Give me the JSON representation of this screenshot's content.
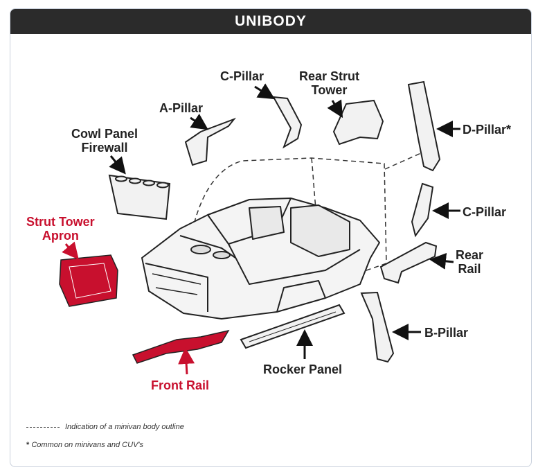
{
  "title": "UNIBODY",
  "labels": {
    "c_pillar_top": "C-Pillar",
    "rear_strut_tower": [
      "Rear Strut",
      "Tower"
    ],
    "a_pillar": "A-Pillar",
    "cowl_panel": [
      "Cowl Panel",
      "Firewall"
    ],
    "d_pillar": "D-Pillar*",
    "c_pillar_right": "C-Pillar",
    "strut_tower_apron": [
      "Strut Tower",
      "Apron"
    ],
    "rear_rail": [
      "Rear",
      "Rail"
    ],
    "b_pillar": "B-Pillar",
    "rocker_panel": "Rocker Panel",
    "front_rail": "Front Rail"
  },
  "legend": {
    "dashed_note": "Indication of a minivan body outline",
    "asterisk_note": "Common on minivans and CUV's"
  },
  "colors": {
    "highlight": "#c8102e",
    "header_bg": "#2b2b2b",
    "text": "#222222"
  }
}
